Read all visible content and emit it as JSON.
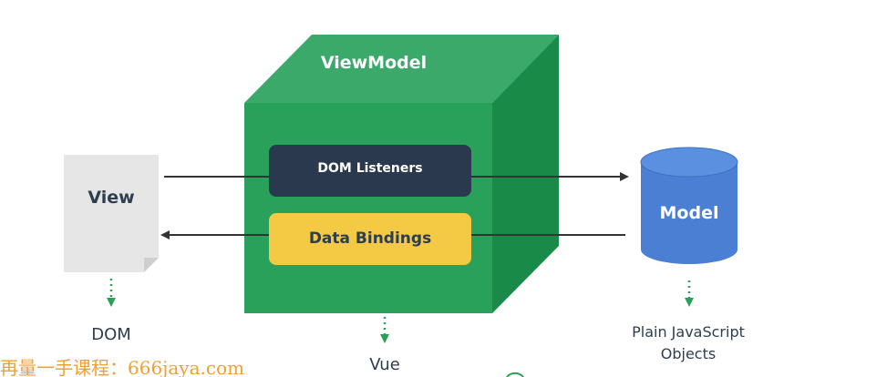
{
  "diagram": {
    "view_model_title": "ViewModel",
    "view_label": "View",
    "dom_listeners_label": "DOM Listeners",
    "data_bindings_label": "Data Bindings",
    "model_label": "Model",
    "dom_caption": "DOM",
    "vue_caption": "Vue",
    "plain_js_caption_line1": "Plain JavaScript",
    "plain_js_caption_line2": "Objects"
  },
  "watermark": {
    "text": "再量一手课程：666jaya.com"
  },
  "colors": {
    "cube_front": "#2aa15b",
    "cube_top": "#3aa96a",
    "cube_side": "#198a48",
    "dom_listeners_box": "#2b394f",
    "data_bindings_box": "#f4c943",
    "model_cylinder": "#4a7fd4",
    "view_doc": "#e6e6e6",
    "arrow": "#333333",
    "dotted_arrow": "#2aa15b",
    "text_dark": "#2d3e50",
    "watermark": "#f0a030"
  }
}
